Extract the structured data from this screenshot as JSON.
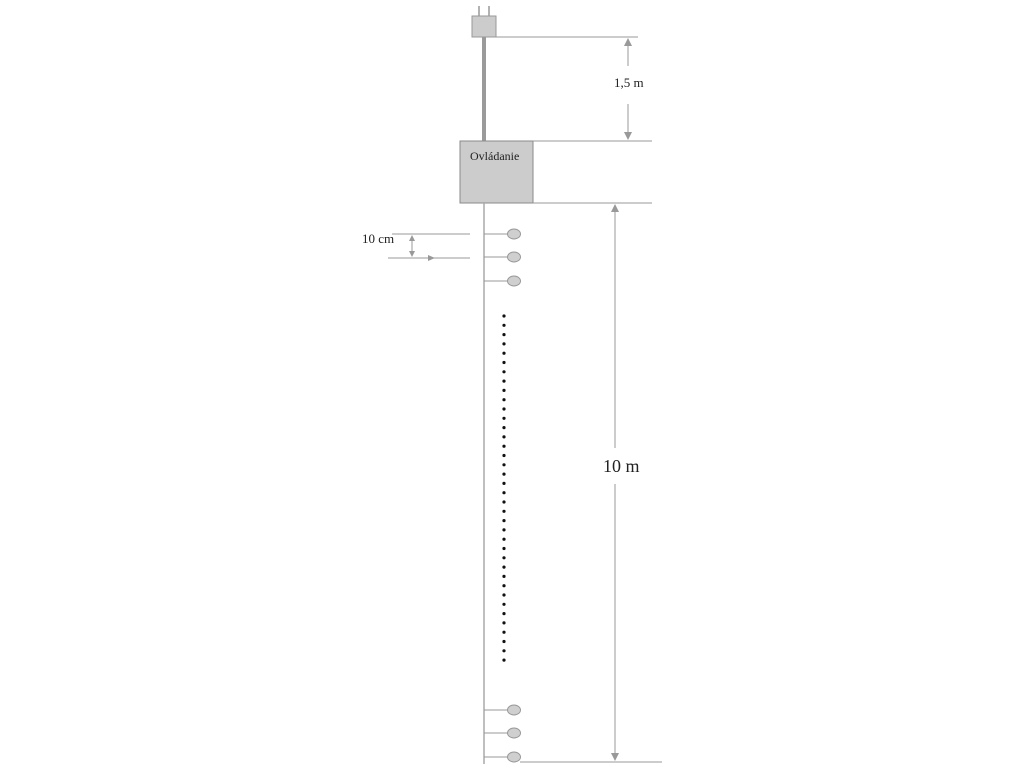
{
  "diagram": {
    "controller_label": "Ovládanie",
    "top_dimension_label": "1,5 m",
    "spacing_label": "10 cm",
    "length_label": "10 m",
    "colors": {
      "line": "#999999",
      "box_fill": "#cccccc",
      "box_stroke": "#888888",
      "bulb_fill": "#cfcfcf",
      "dots": "#111111"
    }
  }
}
